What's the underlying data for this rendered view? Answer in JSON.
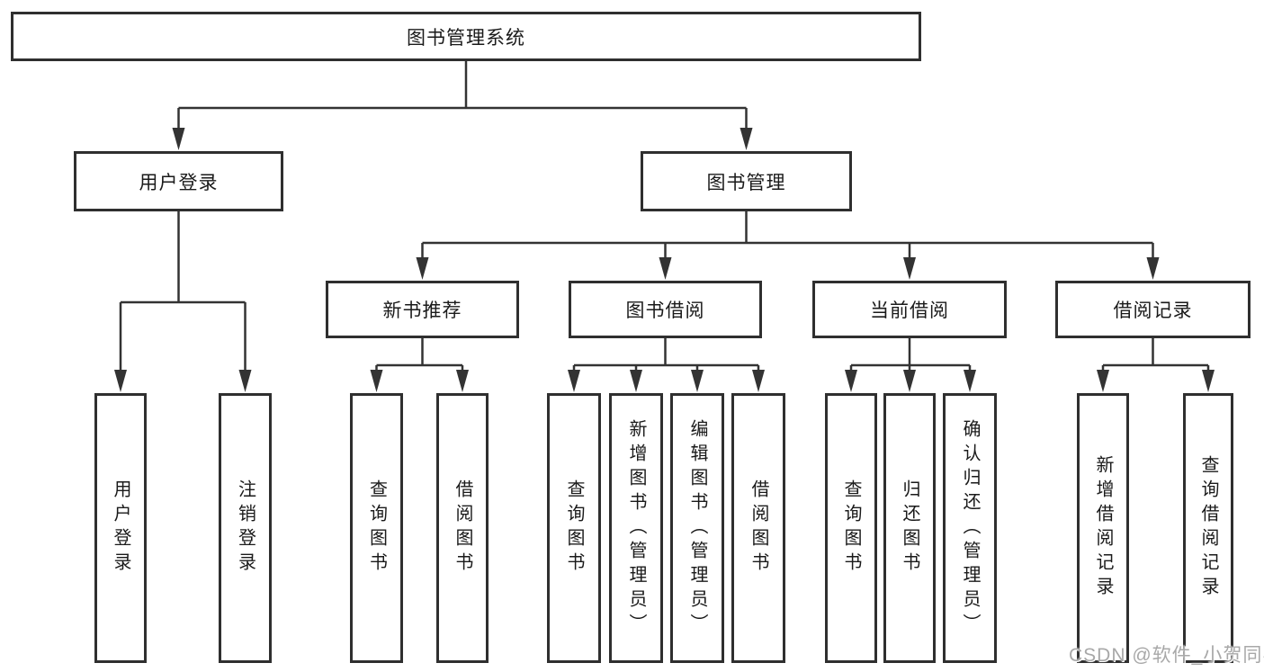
{
  "diagram": {
    "root": {
      "label": "图书管理系统"
    },
    "level2": [
      {
        "label": "用户登录"
      },
      {
        "label": "图书管理"
      }
    ],
    "level3": [
      {
        "label": "新书推荐"
      },
      {
        "label": "图书借阅"
      },
      {
        "label": "当前借阅"
      },
      {
        "label": "借阅记录"
      }
    ],
    "leaves": {
      "userLogin": [
        {
          "label": "用户登录"
        },
        {
          "label": "注销登录"
        }
      ],
      "newBooks": [
        {
          "label": "查询图书"
        },
        {
          "label": "借阅图书"
        }
      ],
      "bookBorrow": [
        {
          "label": "查询图书"
        },
        {
          "label": "新增图书（管理员）"
        },
        {
          "label": "编辑图书（管理员）"
        },
        {
          "label": "借阅图书"
        }
      ],
      "currentBorrow": [
        {
          "label": "查询图书"
        },
        {
          "label": "归还图书"
        },
        {
          "label": "确认归还（管理员）"
        }
      ],
      "borrowRecords": [
        {
          "label": "新增借阅记录"
        },
        {
          "label": "查询借阅记录"
        }
      ]
    }
  },
  "watermark": {
    "text": "CSDN @软件_小贺同学"
  },
  "colors": {
    "line": "#333333",
    "box_border": "#2f2f2f",
    "box_fill": "#ffffff",
    "text": "#1a1a1a",
    "watermark_text": "#a8a8a8",
    "background": "#ffffff"
  }
}
